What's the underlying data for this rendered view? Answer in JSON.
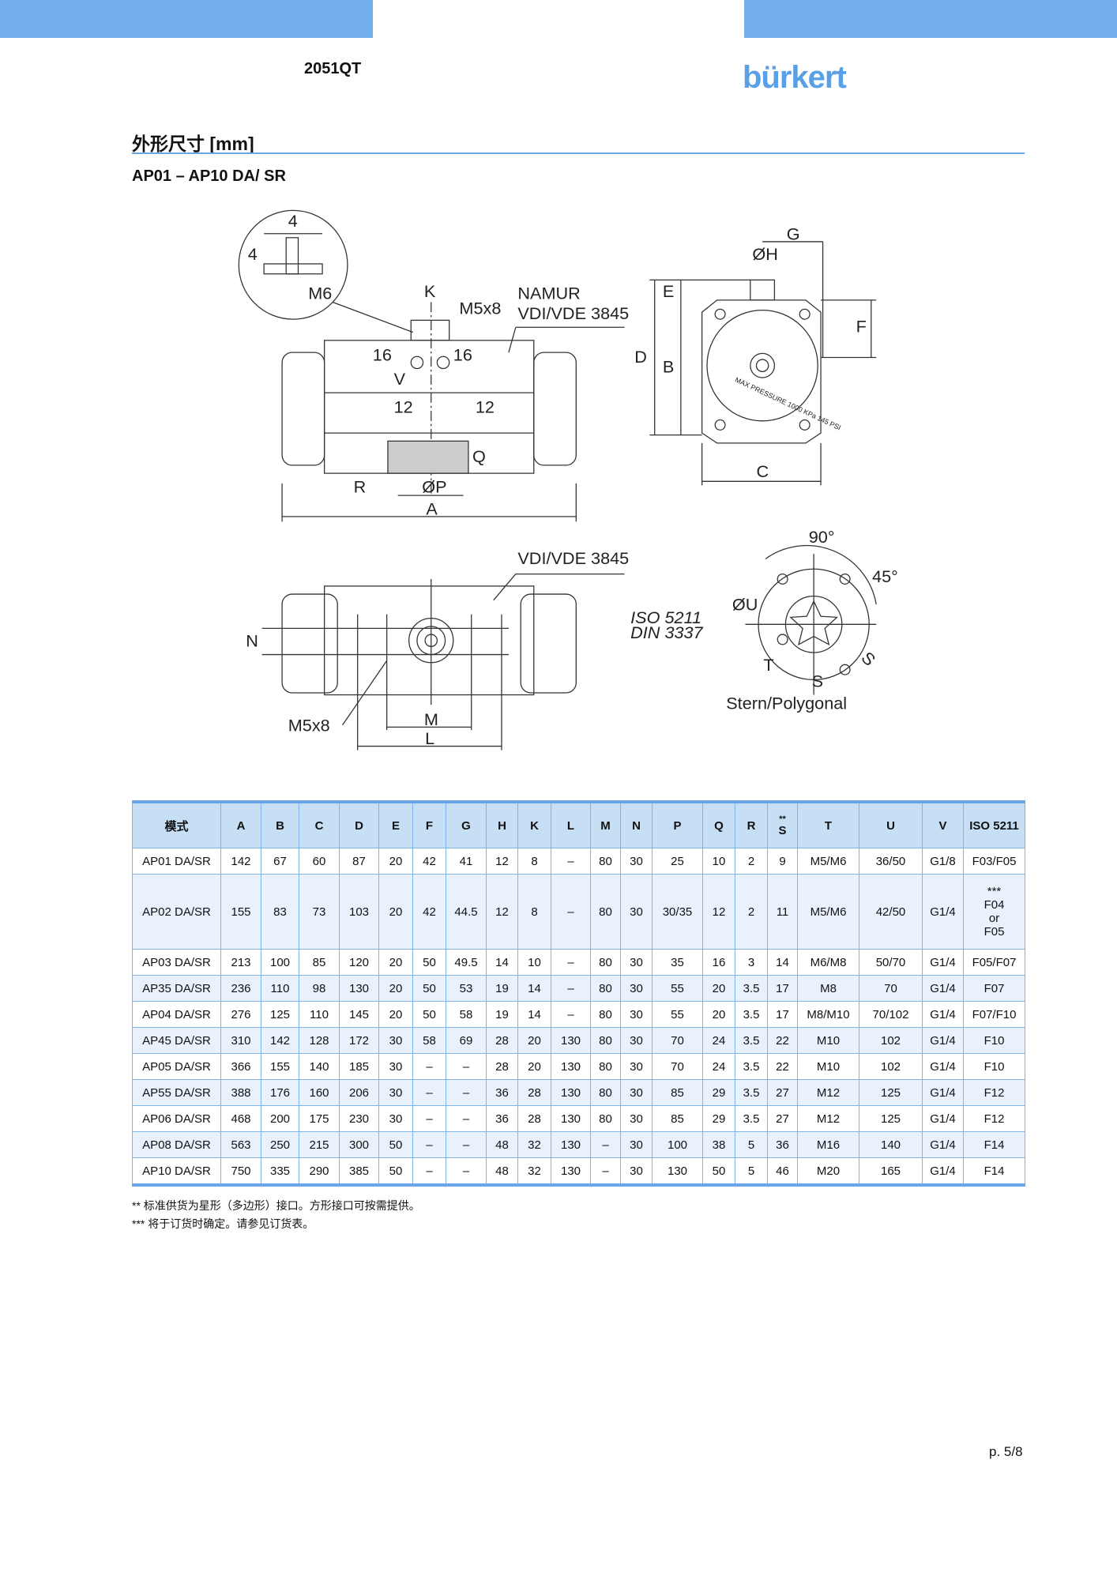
{
  "header": {
    "doc_code": "2051QT",
    "logo": "bürkert"
  },
  "section_title": "外形尺寸 [mm]",
  "sub_title": "AP01 – AP10 DA/ SR",
  "drawing_labels": {
    "detail_4_top": "4",
    "detail_4_side": "4",
    "detail_m6": "M6",
    "k": "K",
    "m5x8_top": "M5x8",
    "namur": "NAMUR",
    "vdi_top": "VDI/VDE 3845",
    "dim16_left": "16",
    "dim16_right": "16",
    "v": "V",
    "dim12_left": "12",
    "dim12_right": "12",
    "q": "Q",
    "r": "R",
    "p": "ØP",
    "a": "A",
    "g": "G",
    "h": "ØH",
    "e": "E",
    "d": "D",
    "b": "B",
    "f": "F",
    "c": "C",
    "dial_text": "MAX PRESSURE 1000 KPa  145 PSI",
    "vdi_bottom": "VDI/VDE 3845",
    "n": "N",
    "m5x8_bottom": "M5x8",
    "m": "M",
    "l": "L",
    "iso": "ISO 5211",
    "din": "DIN 3337",
    "angle90": "90°",
    "angle45": "45°",
    "u": "ØU",
    "t": "T",
    "s": "S",
    "s_diag": "S",
    "star": "Stern/Polygonal"
  },
  "table": {
    "columns": [
      "模式",
      "A",
      "B",
      "C",
      "D",
      "E",
      "F",
      "G",
      "H",
      "K",
      "L",
      "M",
      "N",
      "P",
      "Q",
      "R",
      "S",
      "T",
      "U",
      "V",
      "ISO 5211"
    ],
    "s_mark": "**",
    "rows": [
      [
        "AP01 DA/SR",
        "142",
        "67",
        "60",
        "87",
        "20",
        "42",
        "41",
        "12",
        "8",
        "–",
        "80",
        "30",
        "25",
        "10",
        "2",
        "9",
        "M5/M6",
        "36/50",
        "G1/8",
        "F03/F05"
      ],
      [
        "AP02 DA/SR",
        "155",
        "83",
        "73",
        "103",
        "20",
        "42",
        "44.5",
        "12",
        "8",
        "–",
        "80",
        "30",
        "30/35",
        "12",
        "2",
        "11",
        "M5/M6",
        "42/50",
        "G1/4",
        "*** F04 or F05"
      ],
      [
        "AP03 DA/SR",
        "213",
        "100",
        "85",
        "120",
        "20",
        "50",
        "49.5",
        "14",
        "10",
        "–",
        "80",
        "30",
        "35",
        "16",
        "3",
        "14",
        "M6/M8",
        "50/70",
        "G1/4",
        "F05/F07"
      ],
      [
        "AP35 DA/SR",
        "236",
        "110",
        "98",
        "130",
        "20",
        "50",
        "53",
        "19",
        "14",
        "–",
        "80",
        "30",
        "55",
        "20",
        "3.5",
        "17",
        "M8",
        "70",
        "G1/4",
        "F07"
      ],
      [
        "AP04 DA/SR",
        "276",
        "125",
        "110",
        "145",
        "20",
        "50",
        "58",
        "19",
        "14",
        "–",
        "80",
        "30",
        "55",
        "20",
        "3.5",
        "17",
        "M8/M10",
        "70/102",
        "G1/4",
        "F07/F10"
      ],
      [
        "AP45 DA/SR",
        "310",
        "142",
        "128",
        "172",
        "30",
        "58",
        "69",
        "28",
        "20",
        "130",
        "80",
        "30",
        "70",
        "24",
        "3.5",
        "22",
        "M10",
        "102",
        "G1/4",
        "F10"
      ],
      [
        "AP05 DA/SR",
        "366",
        "155",
        "140",
        "185",
        "30",
        "–",
        "–",
        "28",
        "20",
        "130",
        "80",
        "30",
        "70",
        "24",
        "3.5",
        "22",
        "M10",
        "102",
        "G1/4",
        "F10"
      ],
      [
        "AP55 DA/SR",
        "388",
        "176",
        "160",
        "206",
        "30",
        "–",
        "–",
        "36",
        "28",
        "130",
        "80",
        "30",
        "85",
        "29",
        "3.5",
        "27",
        "M12",
        "125",
        "G1/4",
        "F12"
      ],
      [
        "AP06 DA/SR",
        "468",
        "200",
        "175",
        "230",
        "30",
        "–",
        "–",
        "36",
        "28",
        "130",
        "80",
        "30",
        "85",
        "29",
        "3.5",
        "27",
        "M12",
        "125",
        "G1/4",
        "F12"
      ],
      [
        "AP08 DA/SR",
        "563",
        "250",
        "215",
        "300",
        "50",
        "–",
        "–",
        "48",
        "32",
        "130",
        "–",
        "30",
        "100",
        "38",
        "5",
        "36",
        "M16",
        "140",
        "G1/4",
        "F14"
      ],
      [
        "AP10 DA/SR",
        "750",
        "335",
        "290",
        "385",
        "50",
        "–",
        "–",
        "48",
        "32",
        "130",
        "–",
        "30",
        "130",
        "50",
        "5",
        "46",
        "M20",
        "165",
        "G1/4",
        "F14"
      ]
    ]
  },
  "footnotes": [
    "**  标准供货为星形（多边形）接口。方形接口可按需提供。",
    "*** 将于订货时确定。请参见订货表。"
  ],
  "page_number": "p. 5/8",
  "colors": {
    "accent": "#75b0ec",
    "table_header": "#c6dff5",
    "table_line": "#6aa7e8"
  }
}
